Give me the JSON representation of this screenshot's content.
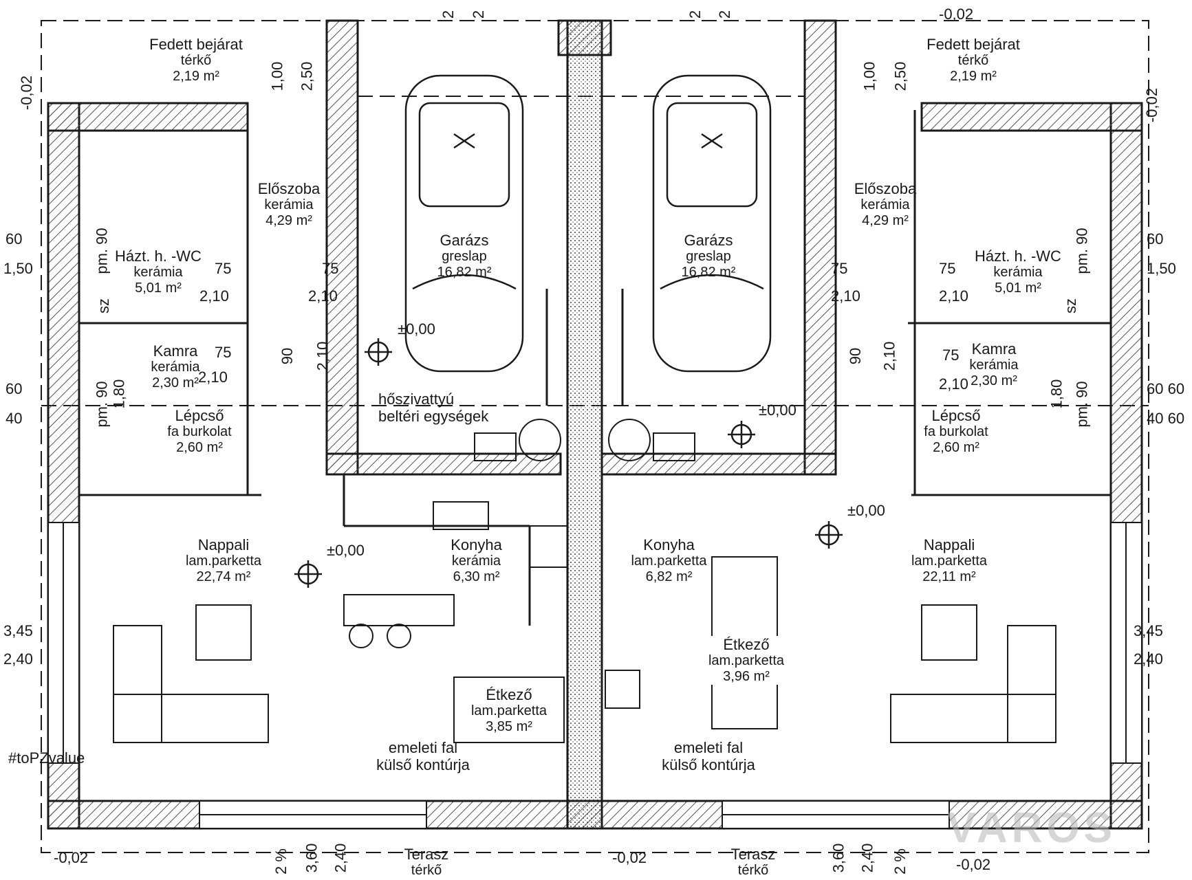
{
  "rooms": {
    "entrance_left": {
      "name": "Fedett bejárat",
      "floor": "térkő",
      "area": "2,19 m²"
    },
    "entrance_right": {
      "name": "Fedett bejárat",
      "floor": "térkő",
      "area": "2,19 m²"
    },
    "hall_left": {
      "name": "Előszoba",
      "floor": "kerámia",
      "area": "4,29 m²"
    },
    "hall_right": {
      "name": "Előszoba",
      "floor": "kerámia",
      "area": "4,29 m²"
    },
    "garage_left": {
      "name": "Garázs",
      "floor": "greslap",
      "area": "16,82 m²"
    },
    "garage_right": {
      "name": "Garázs",
      "floor": "greslap",
      "area": "16,82 m²"
    },
    "wc_left": {
      "name": "Házt. h. -WC",
      "floor": "kerámia",
      "area": "5,01 m²"
    },
    "wc_right": {
      "name": "Házt. h. -WC",
      "floor": "kerámia",
      "area": "5,01 m²"
    },
    "pantry_left": {
      "name": "Kamra",
      "floor": "kerámia",
      "area": "2,30 m²"
    },
    "pantry_right": {
      "name": "Kamra",
      "floor": "kerámia",
      "area": "2,30 m²"
    },
    "stairs_left": {
      "name": "Lépcső",
      "floor": "fa burkolat",
      "area": "2,60 m²"
    },
    "stairs_right": {
      "name": "Lépcső",
      "floor": "fa burkolat",
      "area": "2,60 m²"
    },
    "living_left": {
      "name": "Nappali",
      "floor": "lam.parketta",
      "area": "22,74 m²"
    },
    "living_right": {
      "name": "Nappali",
      "floor": "lam.parketta",
      "area": "22,11 m²"
    },
    "kitchen_left": {
      "name": "Konyha",
      "floor": "kerámia",
      "area": "6,30 m²"
    },
    "kitchen_right": {
      "name": "Konyha",
      "floor": "lam.parketta",
      "area": "6,82 m²"
    },
    "dining_left": {
      "name": "Étkező",
      "floor": "lam.parketta",
      "area": "3,85 m²"
    },
    "dining_right": {
      "name": "Étkező",
      "floor": "lam.parketta",
      "area": "3,96 m²"
    },
    "terrace_left": {
      "name": "Terasz",
      "floor": "térkő"
    },
    "terrace_right": {
      "name": "Terasz",
      "floor": "térkő"
    }
  },
  "notes": {
    "heat_pump_line1": "hőszivattyú",
    "heat_pump_line2": "beltéri egységek",
    "upper_wall_line1": "emeleti fal",
    "upper_wall_line2": "külső kontúrja",
    "tag": "#toPZvalue",
    "watermark": "VAROS"
  },
  "levels": {
    "zero": "±0,00",
    "garage_zero": "±0,00",
    "minus": "-0,02",
    "minus_top": "-0,02"
  },
  "dims": {
    "d60": "60",
    "d150": "1,50",
    "d40": "40",
    "d345": "3,45",
    "d240": "2,40",
    "d360": "3,60",
    "d100": "1,00",
    "d250": "2,50",
    "d75": "75",
    "d210": "2,10",
    "d90": "90",
    "d180": "1,80",
    "d2pct": "2 %",
    "d2": "2",
    "pm90": "pm. 90",
    "sz": "sz",
    "d6060": "60 60",
    "d4060": "40 60"
  },
  "colors": {
    "line": "#1a1a1a",
    "wall_fill": "#ffffff",
    "hatch": "#555555"
  }
}
